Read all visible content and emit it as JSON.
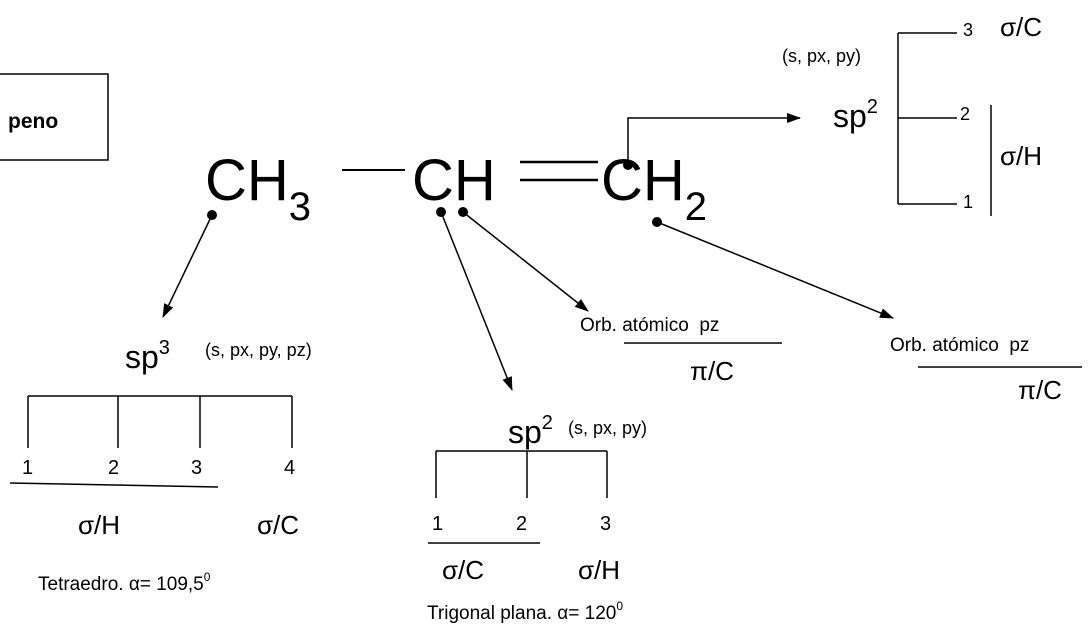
{
  "molecule": {
    "box_label": "peno",
    "c1": "CH",
    "c1_sub": "3",
    "c2": "CH",
    "c3": "CH",
    "c3_sub": "2"
  },
  "carbon3_top": {
    "hybrid": "sp",
    "hybrid_sup": "2",
    "orbitals": "(s, px, py)",
    "bond3_num": "3",
    "bond3_label": "σ/C",
    "bond2_num": "2",
    "bond1_num": "1",
    "bonds_12_label": "σ/H"
  },
  "carbon1": {
    "hybrid": "sp",
    "hybrid_sup": "3",
    "orbitals": "(s, px, py, pz)",
    "nums": [
      "1",
      "2",
      "3",
      "4"
    ],
    "label_h": "σ/H",
    "label_c": "σ/C",
    "geometry": "Tetraedro. α= 109,5",
    "geometry_sup": "0"
  },
  "carbon2": {
    "hybrid": "sp",
    "hybrid_sup": "2",
    "orbitals": "(s, px, py)",
    "nums": [
      "1",
      "2",
      "3"
    ],
    "label_c": "σ/C",
    "label_h": "σ/H",
    "geometry": "Trigonal plana. α= 120",
    "geometry_sup": "0"
  },
  "pz_mid": {
    "title": "Orb. atómico  pz",
    "bond": "π/C"
  },
  "pz_right": {
    "title": "Orb. atómico  pz",
    "bond": "π/C"
  }
}
